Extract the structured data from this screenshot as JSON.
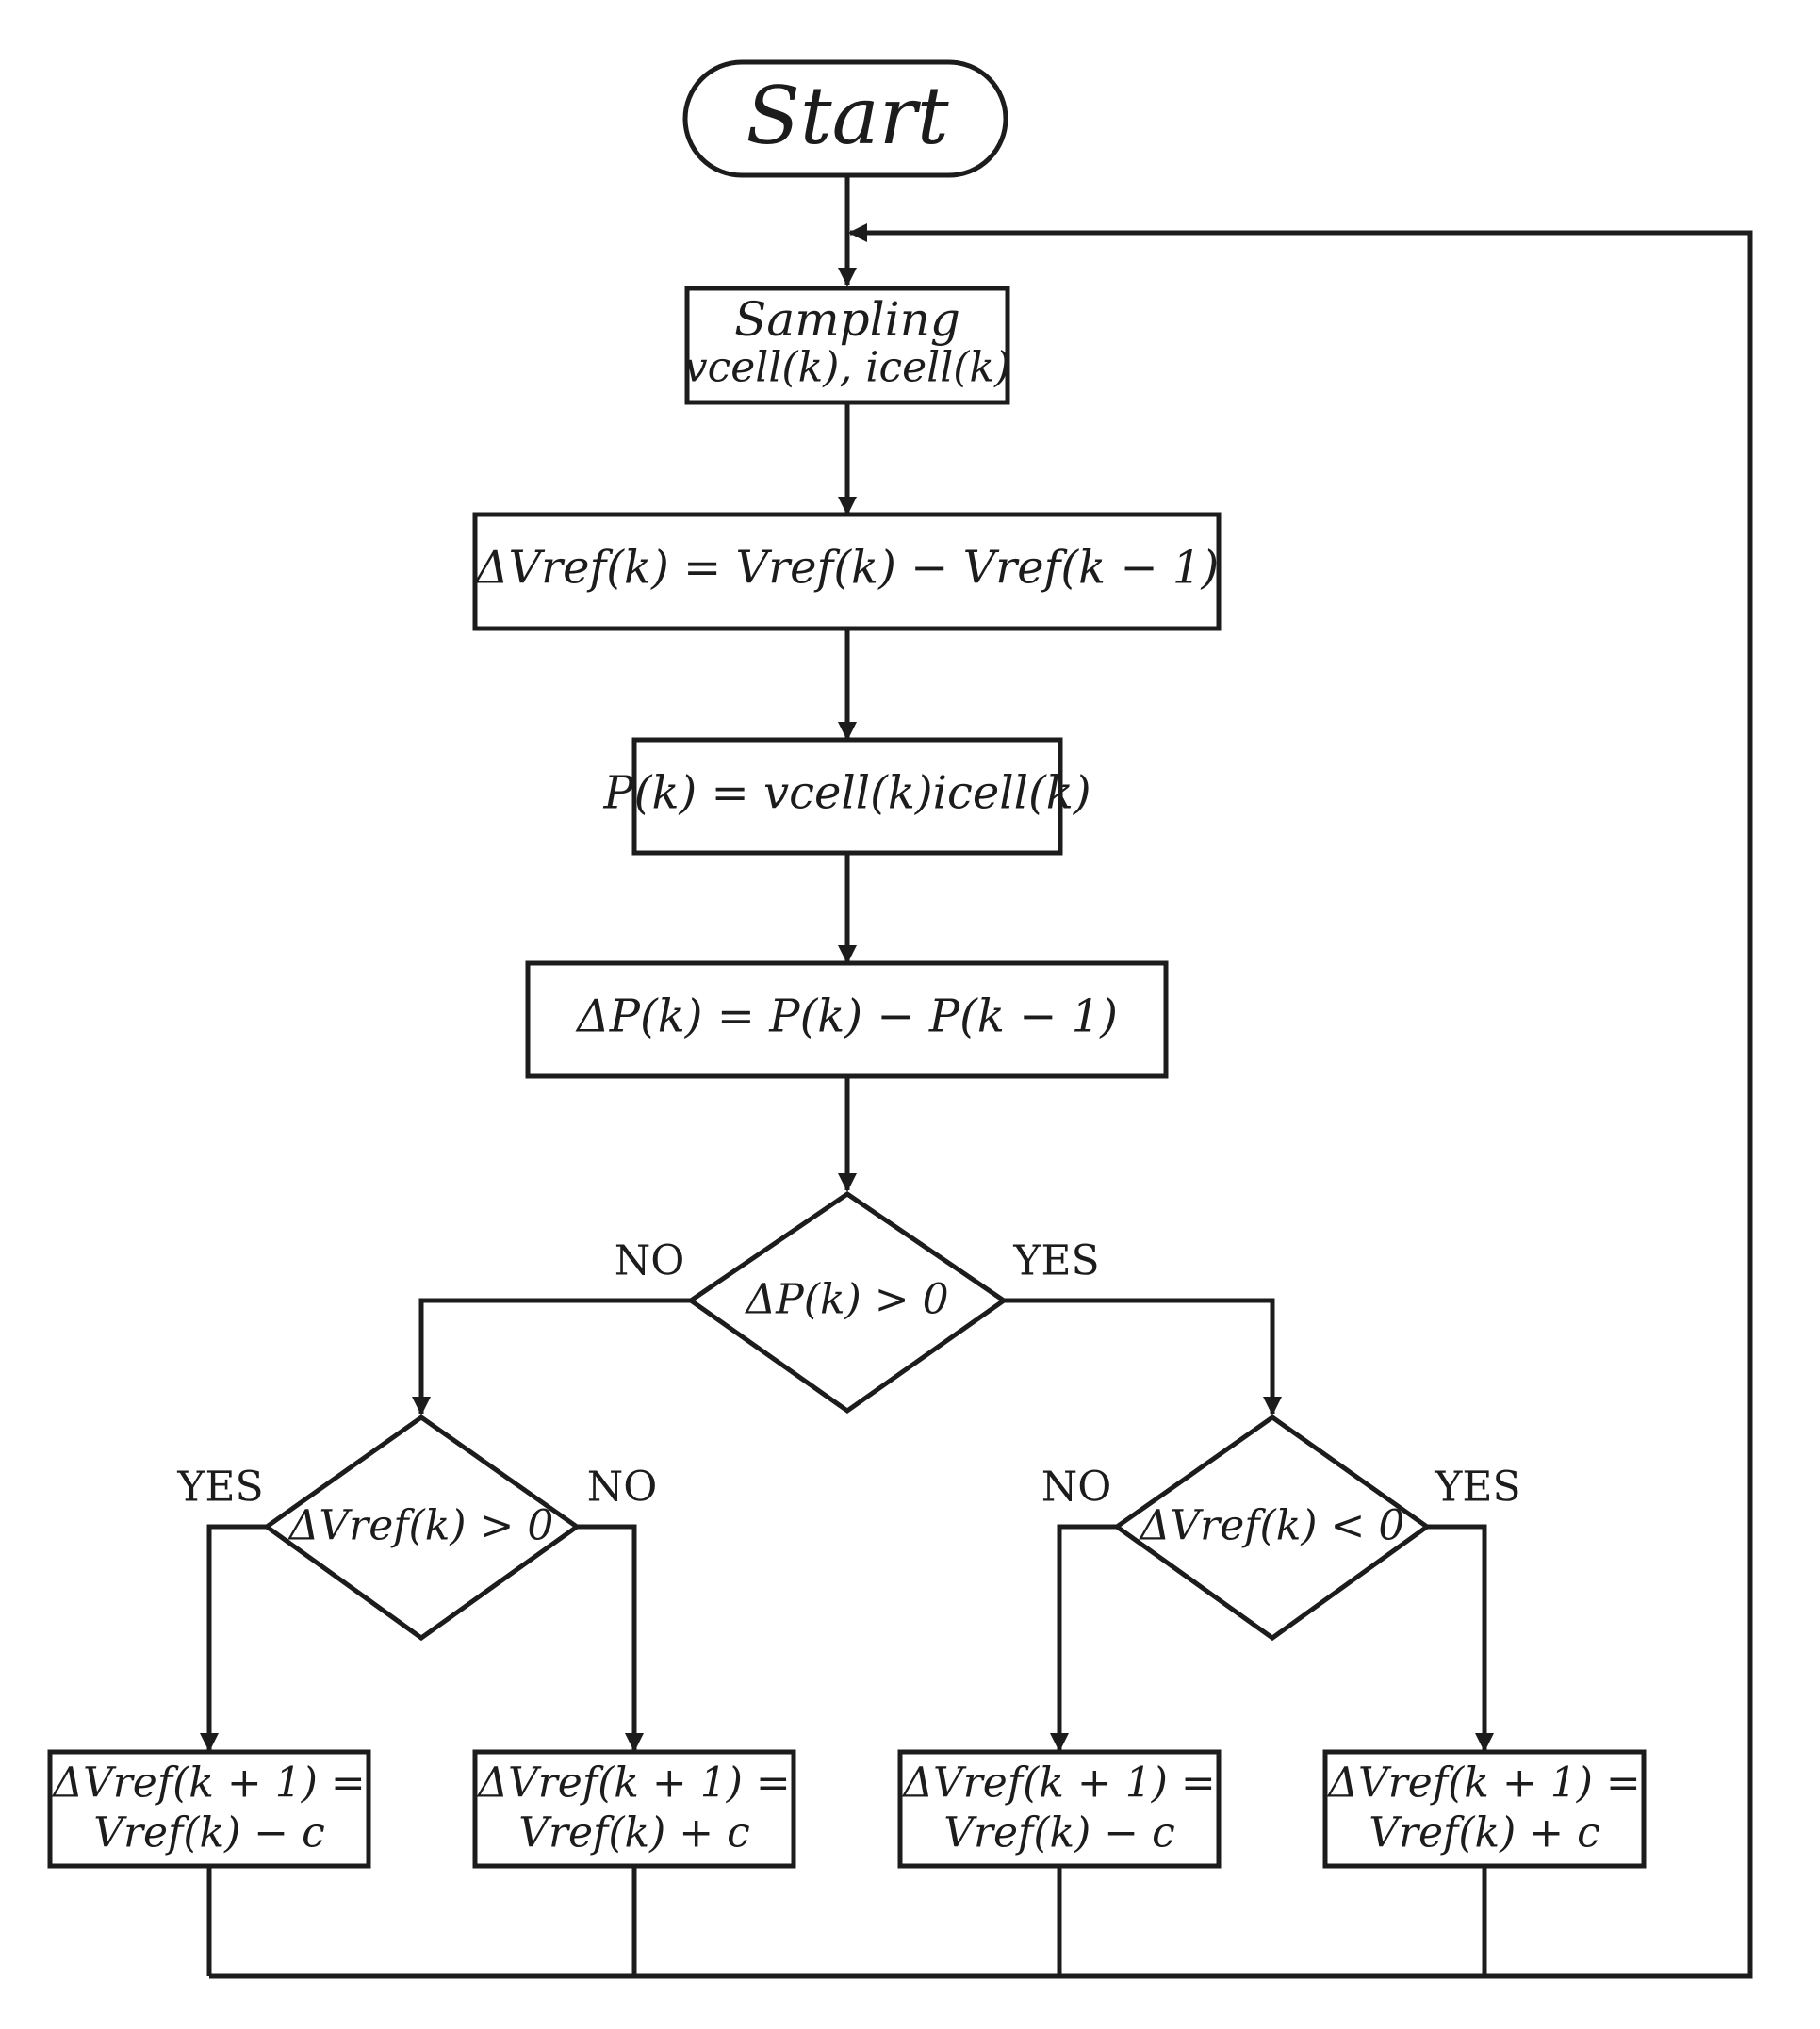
{
  "flowchart": {
    "start": {
      "label": "Start"
    },
    "sampling": {
      "title": "Sampling",
      "vars": "vcell(k), icell(k)"
    },
    "delta_vref": {
      "label": "ΔVref(k) = Vref(k) − Vref(k − 1)"
    },
    "power": {
      "label": "P(k) = vcell(k)icell(k)"
    },
    "delta_p": {
      "label": "ΔP(k) = P(k) − P(k − 1)"
    },
    "decision_dp": {
      "label": "ΔP(k) > 0",
      "no": "NO",
      "yes": "YES"
    },
    "decision_left": {
      "label": "ΔVref(k) > 0",
      "yes": "YES",
      "no": "NO"
    },
    "decision_right": {
      "label": "ΔVref(k) < 0",
      "no": "NO",
      "yes": "YES"
    },
    "actions": [
      {
        "line1": "ΔVref(k + 1) =",
        "line2": "Vref(k)  −  c"
      },
      {
        "line1": "ΔVref(k + 1) =",
        "line2": "Vref(k)  +  c"
      },
      {
        "line1": "ΔVref(k + 1) =",
        "line2": "Vref(k)  −  c"
      },
      {
        "line1": "ΔVref(k + 1) =",
        "line2": "Vref(k)  +  c"
      }
    ]
  }
}
